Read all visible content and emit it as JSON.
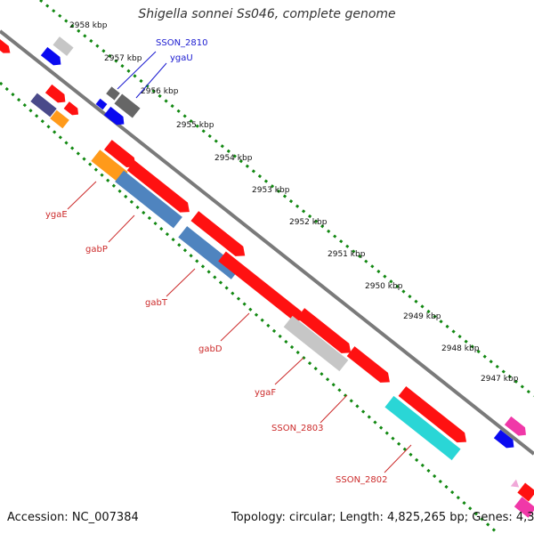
{
  "title": "Shigella sonnei Ss046, complete genome",
  "footer": {
    "accession": "Accession: NC_007384",
    "topology": "Topology: circular; Length: 4,825,265 bp; Genes: 4,337"
  },
  "ticks": [
    "2958 kbp",
    "2957 kbp",
    "2956 kbp",
    "2955 kbp",
    "2954 kbp",
    "2953 kbp",
    "2952 kbp",
    "2951 kbp",
    "2950 kbp",
    "2949 kbp",
    "2948 kbp",
    "2947 kbp"
  ],
  "genes_top": [
    "SSON_2810",
    "ygaU"
  ],
  "genes_bottom": [
    "ygaE",
    "gabP",
    "gabT",
    "gabD",
    "ygaF",
    "SSON_2803",
    "SSON_2802"
  ],
  "colors": {
    "backbone": "#7a7a7a",
    "cds_red": "#ff1111",
    "steel_blue": "#4f84bf",
    "light_gray": "#c6c6c6",
    "dark_gray": "#666666",
    "orange": "#ff9a1a",
    "slate": "#4a4a8a",
    "cyan": "#2ad6d6",
    "blue": "#0a0af0",
    "pink": "#f038a8",
    "tick_dots": "#118811"
  }
}
